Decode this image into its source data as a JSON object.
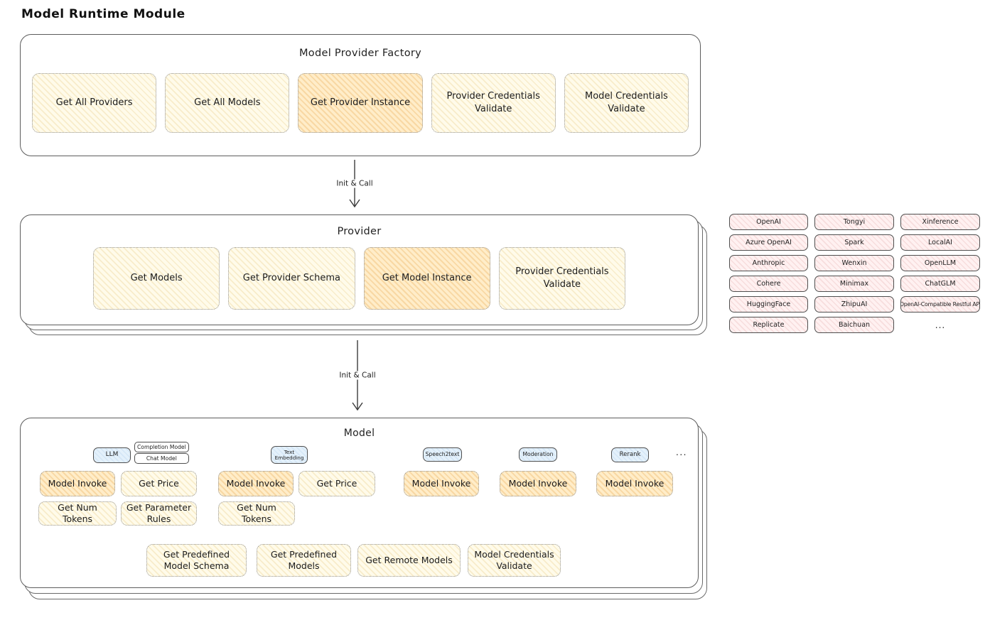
{
  "page": {
    "title": "Model Runtime Module"
  },
  "colors": {
    "canvas": "#ffffff",
    "ink": "#1e1e1e",
    "box_border": "#5c5c5c",
    "button_border_dotted": "#949494",
    "yellow_fill": "#fffbea",
    "yellow_hatch": "#ecd573",
    "orange_fill": "#ffedc9",
    "orange_hatch": "#f3b758",
    "pink_fill": "#fff1f1",
    "pink_hatch": "#ebaaaa",
    "blue_fill": "#e4f1fb",
    "blue_hatch": "#a0c8eb"
  },
  "factory": {
    "title": "Model Provider Factory",
    "buttons": [
      {
        "label": "Get All Providers",
        "highlighted": false
      },
      {
        "label": "Get All Models",
        "highlighted": false
      },
      {
        "label": "Get Provider Instance",
        "highlighted": true
      },
      {
        "label": "Provider Credentials Validate",
        "highlighted": false
      },
      {
        "label": "Model Credentials Validate",
        "highlighted": false
      }
    ]
  },
  "arrows": [
    {
      "label": "Init & Call"
    },
    {
      "label": "Init & Call"
    }
  ],
  "provider": {
    "title": "Provider",
    "buttons": [
      {
        "label": "Get Models",
        "highlighted": false
      },
      {
        "label": "Get Provider Schema",
        "highlighted": false
      },
      {
        "label": "Get Model Instance",
        "highlighted": true
      },
      {
        "label": "Provider Credentials Validate",
        "highlighted": false
      }
    ]
  },
  "providers_grid": {
    "items": [
      "OpenAI",
      "Tongyi",
      "Xinference",
      "Azure OpenAI",
      "Spark",
      "LocalAI",
      "Anthropic",
      "Wenxin",
      "OpenLLM",
      "Cohere",
      "Minimax",
      "ChatGLM",
      "HuggingFace",
      "ZhipuAI",
      "OpenAI-Compatible Restful API",
      "Replicate",
      "Baichuan"
    ],
    "more": "..."
  },
  "model": {
    "title": "Model",
    "tags": {
      "llm": "LLM",
      "completion": "Completion Model",
      "chat": "Chat Model",
      "text_embedding": "Text Embedding",
      "speech2text": "Speech2text",
      "moderation": "Moderation",
      "rerank": "Rerank",
      "more": "..."
    },
    "buttons": {
      "llm_invoke": "Model Invoke",
      "llm_get_price": "Get Price",
      "llm_get_num_tokens": "Get Num Tokens",
      "llm_get_parameter_rules": "Get Parameter Rules",
      "te_invoke": "Model Invoke",
      "te_get_price": "Get Price",
      "te_get_num_tokens": "Get Num Tokens",
      "s2t_invoke": "Model Invoke",
      "mod_invoke": "Model Invoke",
      "rerank_invoke": "Model Invoke",
      "get_predefined_model_schema": "Get Predefined Model Schema",
      "get_predefined_models": "Get Predefined Models",
      "get_remote_models": "Get Remote Models",
      "model_credentials_validate": "Model Credentials Validate"
    }
  }
}
